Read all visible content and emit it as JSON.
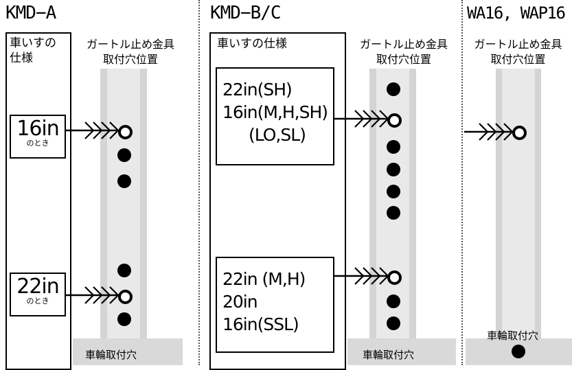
{
  "sections": {
    "a": {
      "title": "KMD−A",
      "spec_label_line1": "車いすの",
      "spec_label_line2": "仕様",
      "bracket_label_line1": "ガートル止め金具",
      "bracket_label_line2": "取付穴位置",
      "callouts": [
        {
          "size": "16in",
          "note": "のとき"
        },
        {
          "size": "22in",
          "note": "のとき"
        }
      ],
      "wheel_hole_label": "車輪取付穴"
    },
    "bc": {
      "title": "KMD−B/C",
      "spec_label": "車いすの仕様",
      "bracket_label_line1": "ガートル止め金具",
      "bracket_label_line2": "取付穴位置",
      "upper_box_lines": [
        "22in(SH)",
        "16in(M,H,SH)",
        "(LO,SL)"
      ],
      "lower_box_lines": [
        "22in (M,H)",
        "20in",
        "16in(SSL)"
      ],
      "wheel_hole_label": "車輪取付穴"
    },
    "wa": {
      "title": "WA16, WAP16",
      "bracket_label_line1": "ガートル止め金具",
      "bracket_label_line2": "取付穴位置",
      "wheel_hole_label": "車輪取付穴"
    }
  }
}
